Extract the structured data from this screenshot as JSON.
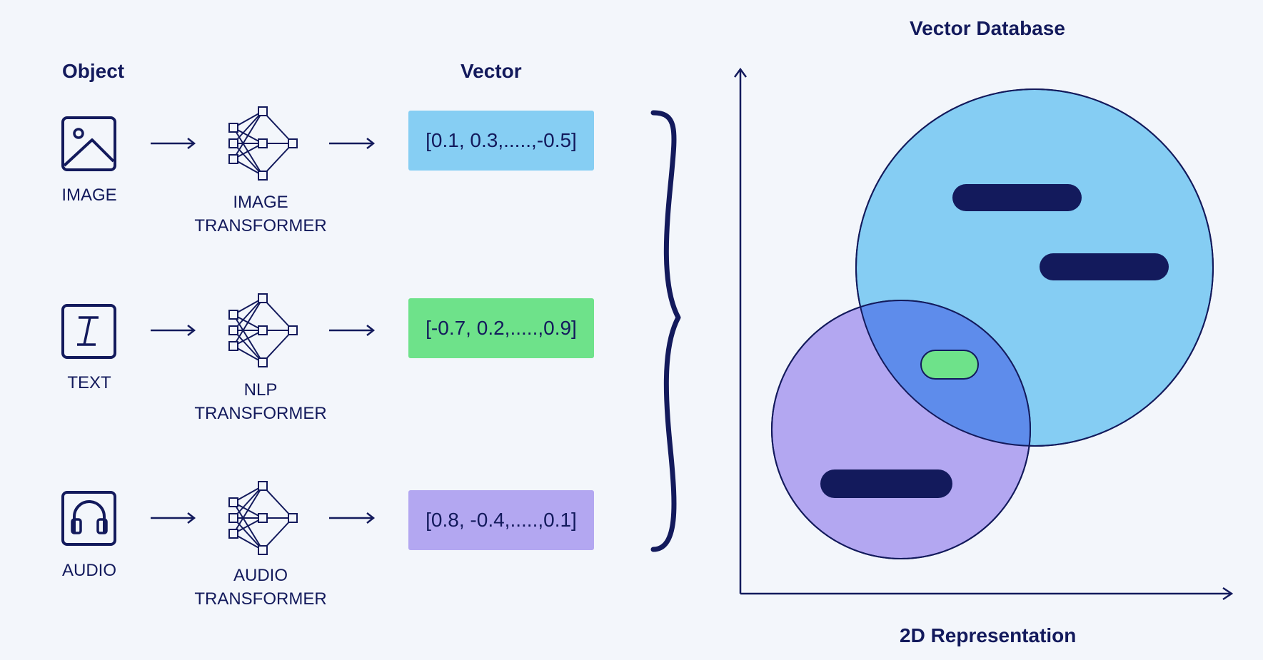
{
  "headers": {
    "object": "Object",
    "vector": "Vector",
    "database": "Vector Database",
    "representation": "2D Representation"
  },
  "rows": [
    {
      "object_label": "IMAGE",
      "icon": "image-icon",
      "transformer_line1": "IMAGE",
      "transformer_line2": "TRANSFORMER",
      "vector": "[0.1, 0.3,.....,-0.5]",
      "color": "#86cef3"
    },
    {
      "object_label": "TEXT",
      "icon": "text-icon",
      "transformer_line1": "NLP",
      "transformer_line2": "TRANSFORMER",
      "vector": "[-0.7, 0.2,.....,0.9]",
      "color": "#6ee28a"
    },
    {
      "object_label": "AUDIO",
      "icon": "headphones-icon",
      "transformer_line1": "AUDIO",
      "transformer_line2": "TRANSFORMER",
      "vector": "[0.8, -0.4,.....,0.1]",
      "color": "#b3a7f1"
    }
  ],
  "colors": {
    "navy": "#131a5c",
    "blue_cluster": "#85cdf3",
    "purple_cluster": "#b3a7f1",
    "overlap": "#5e8ceb",
    "green_item": "#6ee28a",
    "background": "#f3f6fb"
  }
}
